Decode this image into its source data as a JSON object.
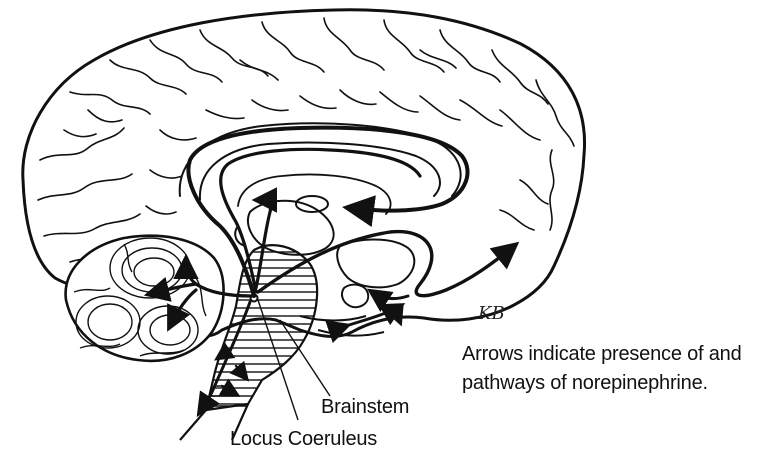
{
  "labels": {
    "brainstem": "Brainstem",
    "locus_coeruleus": "Locus Coeruleus"
  },
  "caption": {
    "line1": "Arrows indicate presence of and",
    "line2": "pathways of norepinephrine."
  },
  "signature": "KB",
  "colors": {
    "ink": "#111111",
    "background": "#ffffff"
  }
}
